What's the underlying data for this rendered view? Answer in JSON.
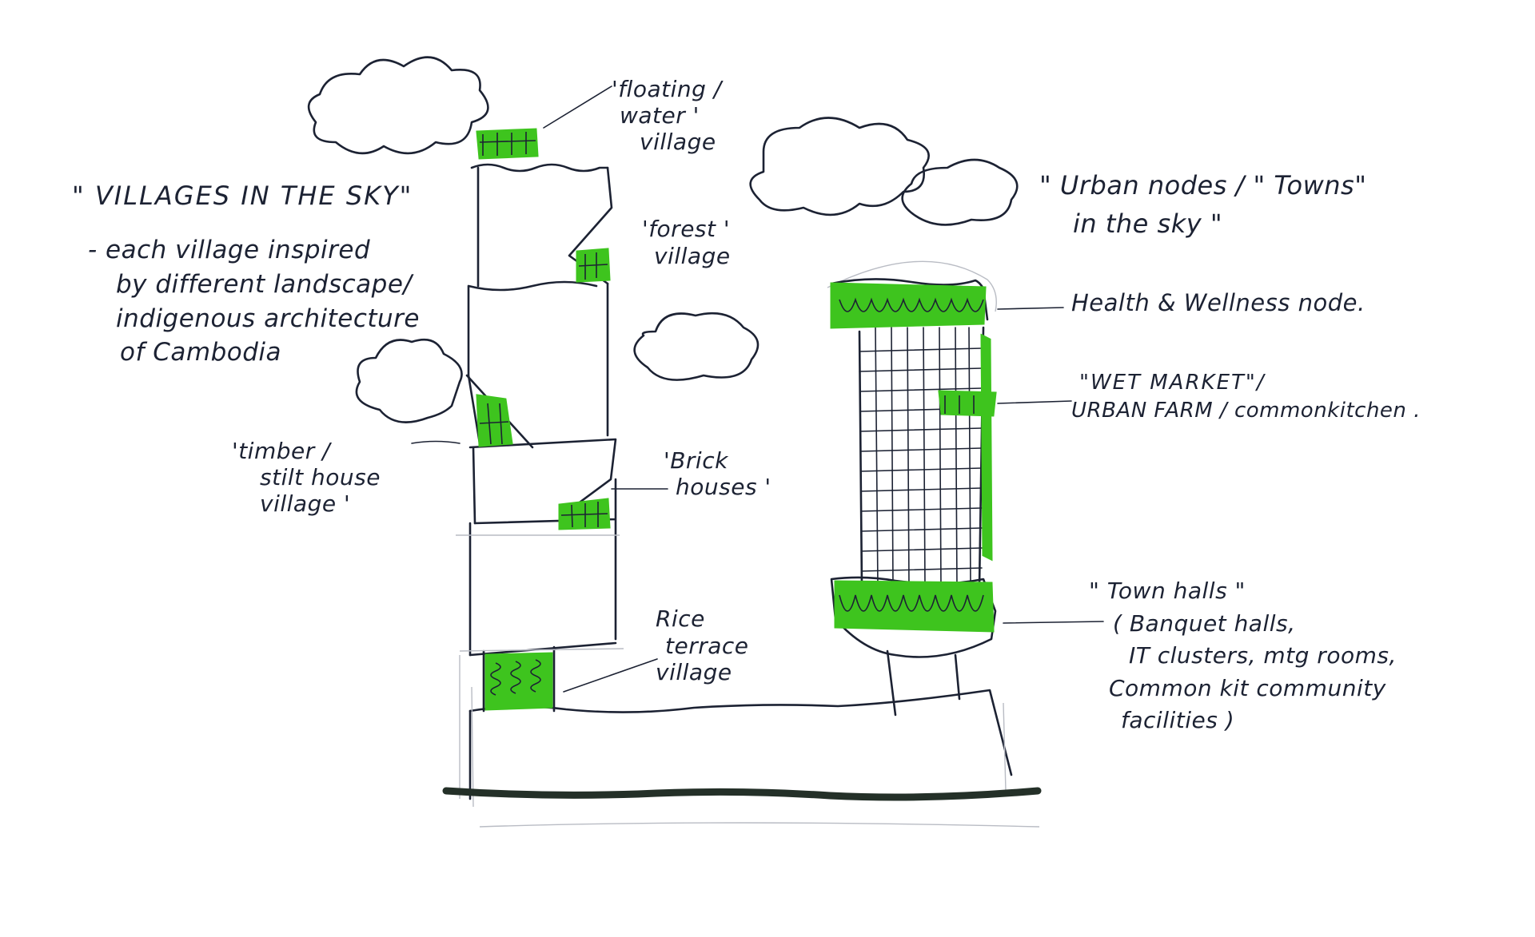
{
  "left_heading": {
    "title": "\" VILLAGES IN THE SKY\"",
    "lines": [
      "- each village inspired",
      "by different landscape/",
      "indigenous architecture",
      "of Cambodia"
    ]
  },
  "right_heading": {
    "lines": [
      "\" Urban nodes / \" Towns\"",
      "in the sky \""
    ]
  },
  "left_labels": {
    "floating": [
      "'floating /",
      "water '",
      "village"
    ],
    "forest": [
      "'forest '",
      "village"
    ],
    "timber": [
      "'timber /",
      "stilt house",
      "village '"
    ],
    "brick": [
      "'Brick",
      "houses '"
    ],
    "rice": [
      "Rice",
      "terrace",
      "village"
    ]
  },
  "right_labels": {
    "health": "Health & Wellness node.",
    "wet_market": [
      "\"WET MARKET\"/",
      "URBAN FARM / commonkitchen ."
    ],
    "town_halls": [
      "\" Town halls \"",
      "( Banquet halls,",
      "IT clusters, mtg rooms,",
      "Common kit community",
      "facilities )"
    ]
  },
  "colors": {
    "ink": "#1c2233",
    "green": "#3ec41e",
    "ground": "#243028"
  }
}
